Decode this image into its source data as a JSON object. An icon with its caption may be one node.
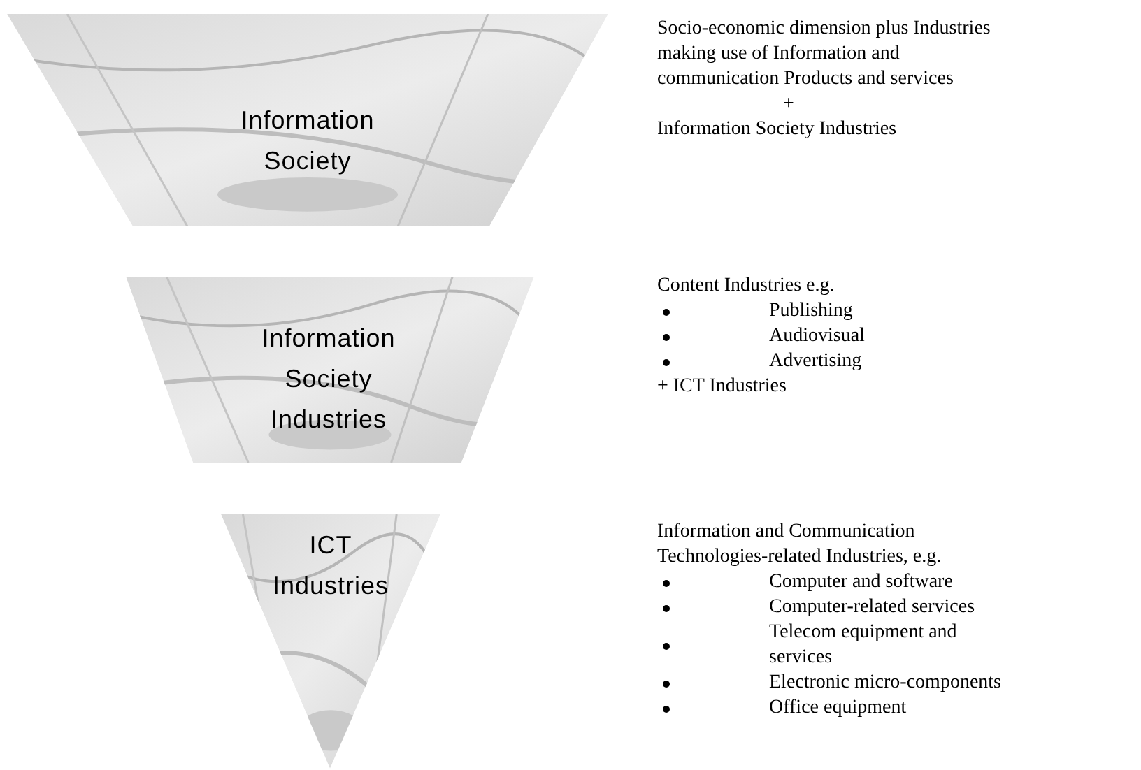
{
  "diagram": {
    "nodes": [
      {
        "text": [
          "Information Society"
        ],
        "beside": [
          "Socio-economic dimension plus Industries making use of Information and communication Products and services",
          "+",
          "Information Society Industries"
        ]
      },
      {
        "text": [
          "Information Society Industries"
        ],
        "beside": [
          "Content Industries e.g.",
          "Publishing",
          "Audiovisual",
          "Advertising",
          "+ ICT Industries"
        ]
      },
      {
        "text": [
          "ICT Industries"
        ],
        "beside": [
          "Information and Communication Technologies-related Industries, e.g.",
          "Computer and software",
          "Computer-related services",
          "Telecom equipment and services",
          "Electronic micro-components",
          "Office equipment"
        ]
      }
    ]
  }
}
